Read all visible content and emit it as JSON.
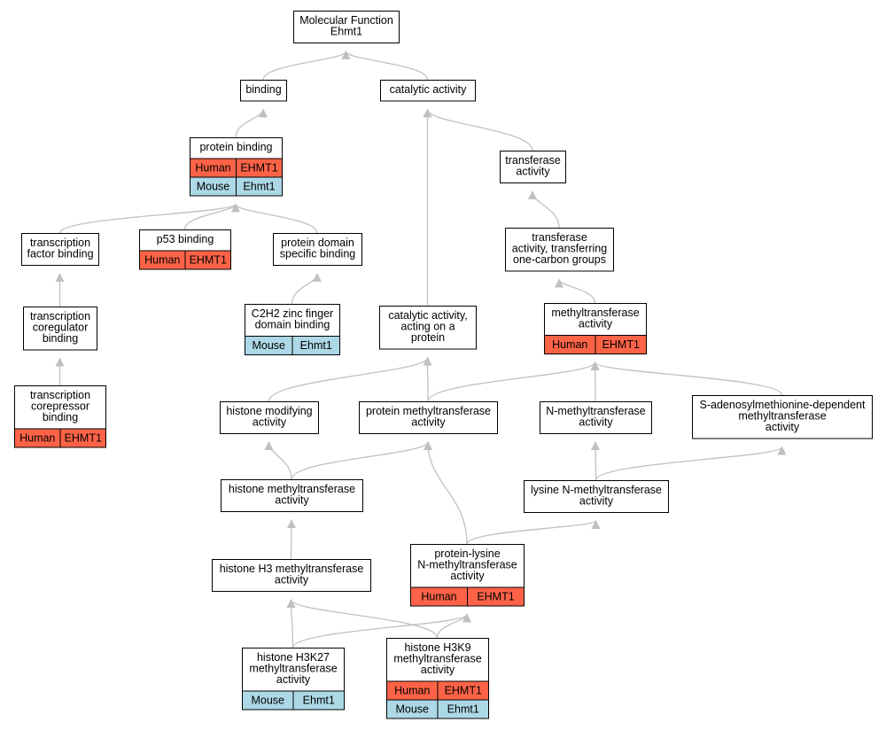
{
  "colors": {
    "human": "#ff6347",
    "mouse": "#add8e6",
    "edge": "#c0c0c0",
    "border": "#000000"
  },
  "nodes": [
    {
      "id": "root",
      "lines": [
        "Molecular Function",
        "Ehmt1"
      ]
    },
    {
      "id": "binding",
      "lines": [
        "binding"
      ]
    },
    {
      "id": "catalytic",
      "lines": [
        "catalytic activity"
      ]
    },
    {
      "id": "protein-binding",
      "lines": [
        "protein binding"
      ],
      "tags": [
        [
          "Human",
          "EHMT1"
        ],
        [
          "Mouse",
          "Ehmt1"
        ]
      ]
    },
    {
      "id": "transferase",
      "lines": [
        "transferase",
        "activity"
      ]
    },
    {
      "id": "tf-binding",
      "lines": [
        "transcription",
        "factor binding"
      ]
    },
    {
      "id": "p53",
      "lines": [
        "p53 binding"
      ],
      "tags": [
        [
          "Human",
          "EHMT1"
        ]
      ]
    },
    {
      "id": "pds-binding",
      "lines": [
        "protein domain",
        "specific binding"
      ]
    },
    {
      "id": "transferase-1c",
      "lines": [
        "transferase",
        "activity, transferring",
        "one-carbon groups"
      ]
    },
    {
      "id": "coreg",
      "lines": [
        "transcription",
        "coregulator",
        "binding"
      ]
    },
    {
      "id": "c2h2",
      "lines": [
        "C2H2 zinc finger",
        "domain binding"
      ],
      "tags": [
        [
          "Mouse",
          "Ehmt1"
        ]
      ]
    },
    {
      "id": "cat-protein",
      "lines": [
        "catalytic activity,",
        "acting on a",
        "protein"
      ]
    },
    {
      "id": "methyltransferase",
      "lines": [
        "methyltransferase",
        "activity"
      ],
      "tags": [
        [
          "Human",
          "EHMT1"
        ]
      ]
    },
    {
      "id": "corepressor",
      "lines": [
        "transcription",
        "corepressor",
        "binding"
      ],
      "tags": [
        [
          "Human",
          "EHMT1"
        ]
      ]
    },
    {
      "id": "histone-mod",
      "lines": [
        "histone modifying",
        "activity"
      ]
    },
    {
      "id": "protein-mt",
      "lines": [
        "protein methyltransferase",
        "activity"
      ]
    },
    {
      "id": "n-mt",
      "lines": [
        "N-methyltransferase",
        "activity"
      ]
    },
    {
      "id": "sam-mt",
      "lines": [
        "S-adenosylmethionine-dependent",
        "methyltransferase",
        "activity"
      ]
    },
    {
      "id": "histone-mt",
      "lines": [
        "histone methyltransferase",
        "activity"
      ]
    },
    {
      "id": "lysine-nmt",
      "lines": [
        "lysine N-methyltransferase",
        "activity"
      ]
    },
    {
      "id": "h3-mt",
      "lines": [
        "histone H3 methyltransferase",
        "activity"
      ]
    },
    {
      "id": "pl-nmt",
      "lines": [
        "protein-lysine",
        "N-methyltransferase",
        "activity"
      ],
      "tags": [
        [
          "Human",
          "EHMT1"
        ]
      ]
    },
    {
      "id": "h3k27",
      "lines": [
        "histone H3K27",
        "methyltransferase",
        "activity"
      ],
      "tags": [
        [
          "Mouse",
          "Ehmt1"
        ]
      ]
    },
    {
      "id": "h3k9",
      "lines": [
        "histone H3K9",
        "methyltransferase",
        "activity"
      ],
      "tags": [
        [
          "Human",
          "EHMT1"
        ],
        [
          "Mouse",
          "Ehmt1"
        ]
      ]
    }
  ],
  "edges": [
    [
      "binding",
      "root"
    ],
    [
      "catalytic",
      "root"
    ],
    [
      "protein-binding",
      "binding"
    ],
    [
      "transferase",
      "catalytic"
    ],
    [
      "cat-protein",
      "catalytic"
    ],
    [
      "tf-binding",
      "protein-binding"
    ],
    [
      "p53",
      "protein-binding"
    ],
    [
      "pds-binding",
      "protein-binding"
    ],
    [
      "transferase-1c",
      "transferase"
    ],
    [
      "coreg",
      "tf-binding"
    ],
    [
      "corepressor",
      "coreg"
    ],
    [
      "c2h2",
      "pds-binding"
    ],
    [
      "methyltransferase",
      "transferase-1c"
    ],
    [
      "histone-mod",
      "cat-protein"
    ],
    [
      "protein-mt",
      "cat-protein"
    ],
    [
      "protein-mt",
      "methyltransferase"
    ],
    [
      "n-mt",
      "methyltransferase"
    ],
    [
      "sam-mt",
      "methyltransferase"
    ],
    [
      "histone-mt",
      "histone-mod"
    ],
    [
      "histone-mt",
      "protein-mt"
    ],
    [
      "pl-nmt",
      "protein-mt"
    ],
    [
      "lysine-nmt",
      "n-mt"
    ],
    [
      "lysine-nmt",
      "sam-mt"
    ],
    [
      "h3-mt",
      "histone-mt"
    ],
    [
      "pl-nmt",
      "lysine-nmt"
    ],
    [
      "h3k27",
      "h3-mt"
    ],
    [
      "h3k27",
      "pl-nmt"
    ],
    [
      "h3k9",
      "h3-mt"
    ],
    [
      "h3k9",
      "pl-nmt"
    ]
  ]
}
